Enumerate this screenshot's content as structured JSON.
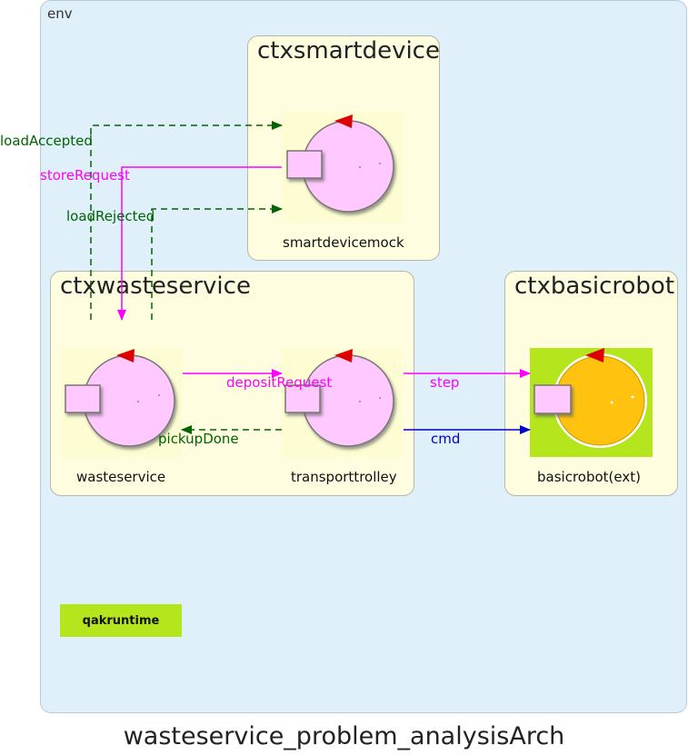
{
  "env": {
    "label": "env"
  },
  "contexts": [
    {
      "id": "ctxsmartdevice",
      "title": "ctxsmartdevice"
    },
    {
      "id": "ctxwasteservice",
      "title": "ctxwasteservice"
    },
    {
      "id": "ctxbasicrobot",
      "title": "ctxbasicrobot"
    }
  ],
  "actors": [
    {
      "id": "smartdevicemock",
      "label": "smartdevicemock",
      "external": false
    },
    {
      "id": "wasteservice",
      "label": "wasteservice",
      "external": false
    },
    {
      "id": "transporttrolley",
      "label": "transporttrolley",
      "external": false
    },
    {
      "id": "basicrobot",
      "label": "basicrobot(ext)",
      "external": true
    }
  ],
  "messages": [
    {
      "label": "loadAccepted",
      "from": "wasteservice",
      "to": "smartdevicemock",
      "color": "#006400",
      "style": "dashed"
    },
    {
      "label": "storeRequest",
      "from": "smartdevicemock",
      "to": "wasteservice",
      "color": "#ff00ff",
      "style": "solid"
    },
    {
      "label": "loadRejected",
      "from": "wasteservice",
      "to": "smartdevicemock",
      "color": "#006400",
      "style": "dashed"
    },
    {
      "label": "depositRequest",
      "from": "wasteservice",
      "to": "transporttrolley",
      "color": "#ff00ff",
      "style": "solid"
    },
    {
      "label": "pickupDone",
      "from": "transporttrolley",
      "to": "wasteservice",
      "color": "#006400",
      "style": "dashed"
    },
    {
      "label": "step",
      "from": "transporttrolley",
      "to": "basicrobot",
      "color": "#ff00ff",
      "style": "solid"
    },
    {
      "label": "cmd",
      "from": "transporttrolley",
      "to": "basicrobot",
      "color": "#0000cc",
      "style": "solid"
    }
  ],
  "runtime": {
    "label": "qakruntime",
    "color": "#b5e61d"
  },
  "title": "wasteservice_problem_analysisArch"
}
